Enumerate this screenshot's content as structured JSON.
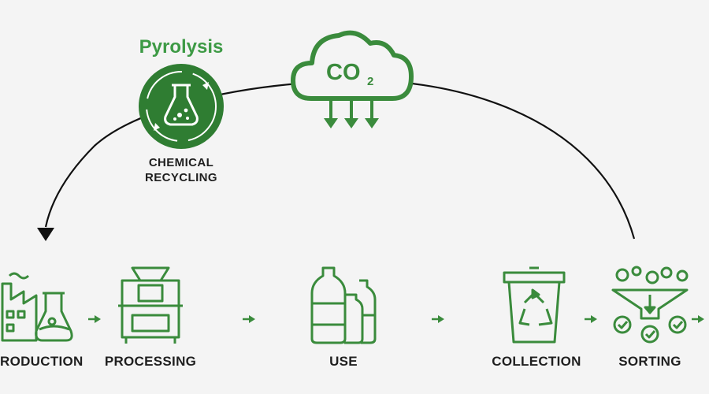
{
  "colors": {
    "green": "#3a8b3c",
    "green_dark": "#2f7d32",
    "title_green": "#3d9a45",
    "arc": "#111111",
    "text": "#1f1f1f",
    "background": "#f4f4f4"
  },
  "process_title": "Pyrolysis",
  "chemical_recycling": {
    "line1": "CHEMICAL",
    "line2": "RECYCLING",
    "icon": "flask-recycle-icon"
  },
  "emission": {
    "label_main": "CO",
    "label_sub": "2",
    "icon": "cloud-co2-icon"
  },
  "stages": [
    {
      "label": "RODUCTION",
      "icon": "factory-flask-icon"
    },
    {
      "label": "PROCESSING",
      "icon": "machine-icon"
    },
    {
      "label": "USE",
      "icon": "bottles-icon"
    },
    {
      "label": "COLLECTION",
      "icon": "recycle-bin-icon"
    },
    {
      "label": "SORTING",
      "icon": "funnel-sort-icon"
    }
  ]
}
